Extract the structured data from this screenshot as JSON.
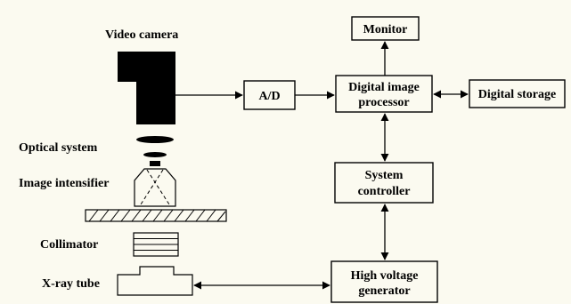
{
  "diagram": {
    "labels": {
      "video_camera": "Video camera",
      "optical_system": "Optical system",
      "image_intensifier": "Image intensifier",
      "collimator": "Collimator",
      "xray_tube": "X-ray tube"
    },
    "blocks": {
      "monitor": "Monitor",
      "ad": "A/D",
      "processor_line1": "Digital image",
      "processor_line2": "processor",
      "storage": "Digital storage",
      "controller_line1": "System",
      "controller_line2": "controller",
      "generator_line1": "High voltage",
      "generator_line2": "generator"
    },
    "colors": {
      "background": "#fbfaf0",
      "ink": "#000000"
    }
  }
}
